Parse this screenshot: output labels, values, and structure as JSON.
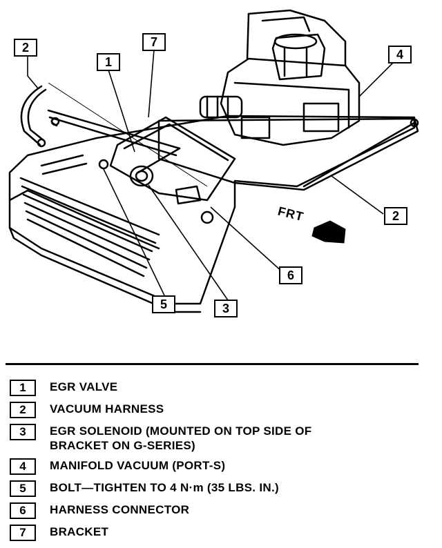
{
  "callouts": {
    "c1": "1",
    "c2a": "2",
    "c2b": "2",
    "c3": "3",
    "c4": "4",
    "c5": "5",
    "c6": "6",
    "c7": "7"
  },
  "frt_label": "FRT",
  "legend": [
    {
      "num": "1",
      "text": "EGR VALVE"
    },
    {
      "num": "2",
      "text": "VACUUM HARNESS"
    },
    {
      "num": "3",
      "text": "EGR SOLENOID (MOUNTED ON TOP SIDE OF\nBRACKET ON G-SERIES)"
    },
    {
      "num": "4",
      "text": "MANIFOLD VACUUM (PORT-S)"
    },
    {
      "num": "5",
      "text": "BOLT—TIGHTEN TO 4 N·m (35 LBS. IN.)"
    },
    {
      "num": "6",
      "text": "HARNESS CONNECTOR"
    },
    {
      "num": "7",
      "text": "BRACKET"
    }
  ]
}
